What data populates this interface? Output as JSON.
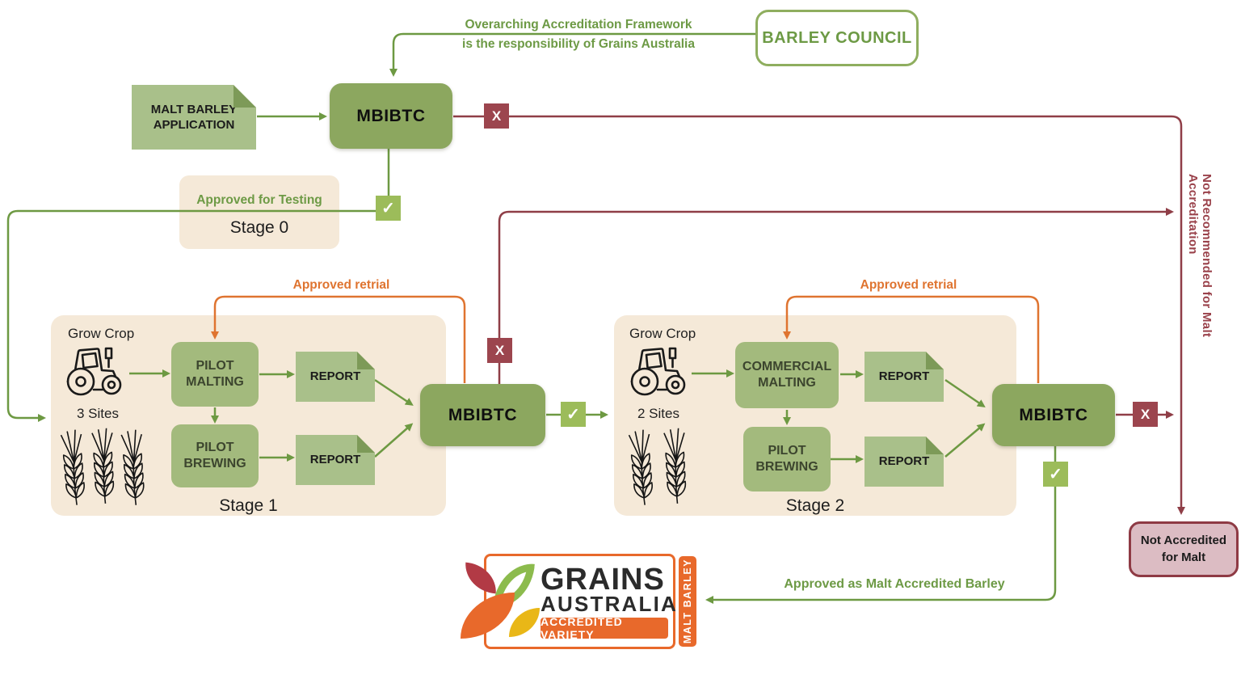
{
  "top": {
    "note_line1": "Overarching Accreditation Framework",
    "note_line2": "is the responsibility of Grains Australia",
    "barley_council_label": "BARLEY COUNCIL"
  },
  "application": {
    "label": "MALT BARLEY APPLICATION"
  },
  "committee": {
    "label": "MBIBTC"
  },
  "stage0": {
    "approval_label": "Approved for Testing",
    "stage_label": "Stage 0"
  },
  "stage1": {
    "grow_crop_label": "Grow Crop",
    "sites_label": "3 Sites",
    "malting_label": "PILOT MALTING",
    "brewing_label": "PILOT BREWING",
    "report_label": "REPORT",
    "stage_label": "Stage 1",
    "retrial_label": "Approved retrial"
  },
  "stage2": {
    "grow_crop_label": "Grow Crop",
    "sites_label": "2 Sites",
    "malting_label": "COMMERCIAL MALTING",
    "brewing_label": "PILOT BREWING",
    "report_label": "REPORT",
    "stage_label": "Stage 2",
    "retrial_label": "Approved retrial"
  },
  "outcomes": {
    "not_recommended_label": "Not Recommended for Malt Accreditation",
    "not_accredited_label": "Not Accredited for Malt",
    "approved_accredited_label": "Approved as Malt Accredited Barley"
  },
  "logo": {
    "grains": "GRAINS",
    "australia": "AUSTRALIA",
    "accredited_variety": "ACCREDITED VARIETY",
    "malt_barley_tab": "MALT BARLEY"
  },
  "badges": {
    "reject": "X",
    "approve": "✓"
  },
  "palette": {
    "line_green": "#6d9942",
    "line_orange": "#df7430",
    "line_maroon": "#8f3e47",
    "committee_green": "#8ca75f",
    "process_green": "#a3ba7d",
    "document_green": "#a9c08a",
    "document_fold_green": "#7d9a58",
    "badge_check_green": "#9cbc5a",
    "badge_reject_maroon": "#9c454e",
    "panel_beige": "#f5e9d8",
    "not_accredited_pink": "#dcbcc3",
    "not_accredited_border": "#8e3a44",
    "logo_orange": "#e8692b",
    "leaf_red": "#b23a45",
    "leaf_green": "#8cbb4d",
    "leaf_yellow": "#e9b717",
    "text_green": "#6d9a45"
  }
}
